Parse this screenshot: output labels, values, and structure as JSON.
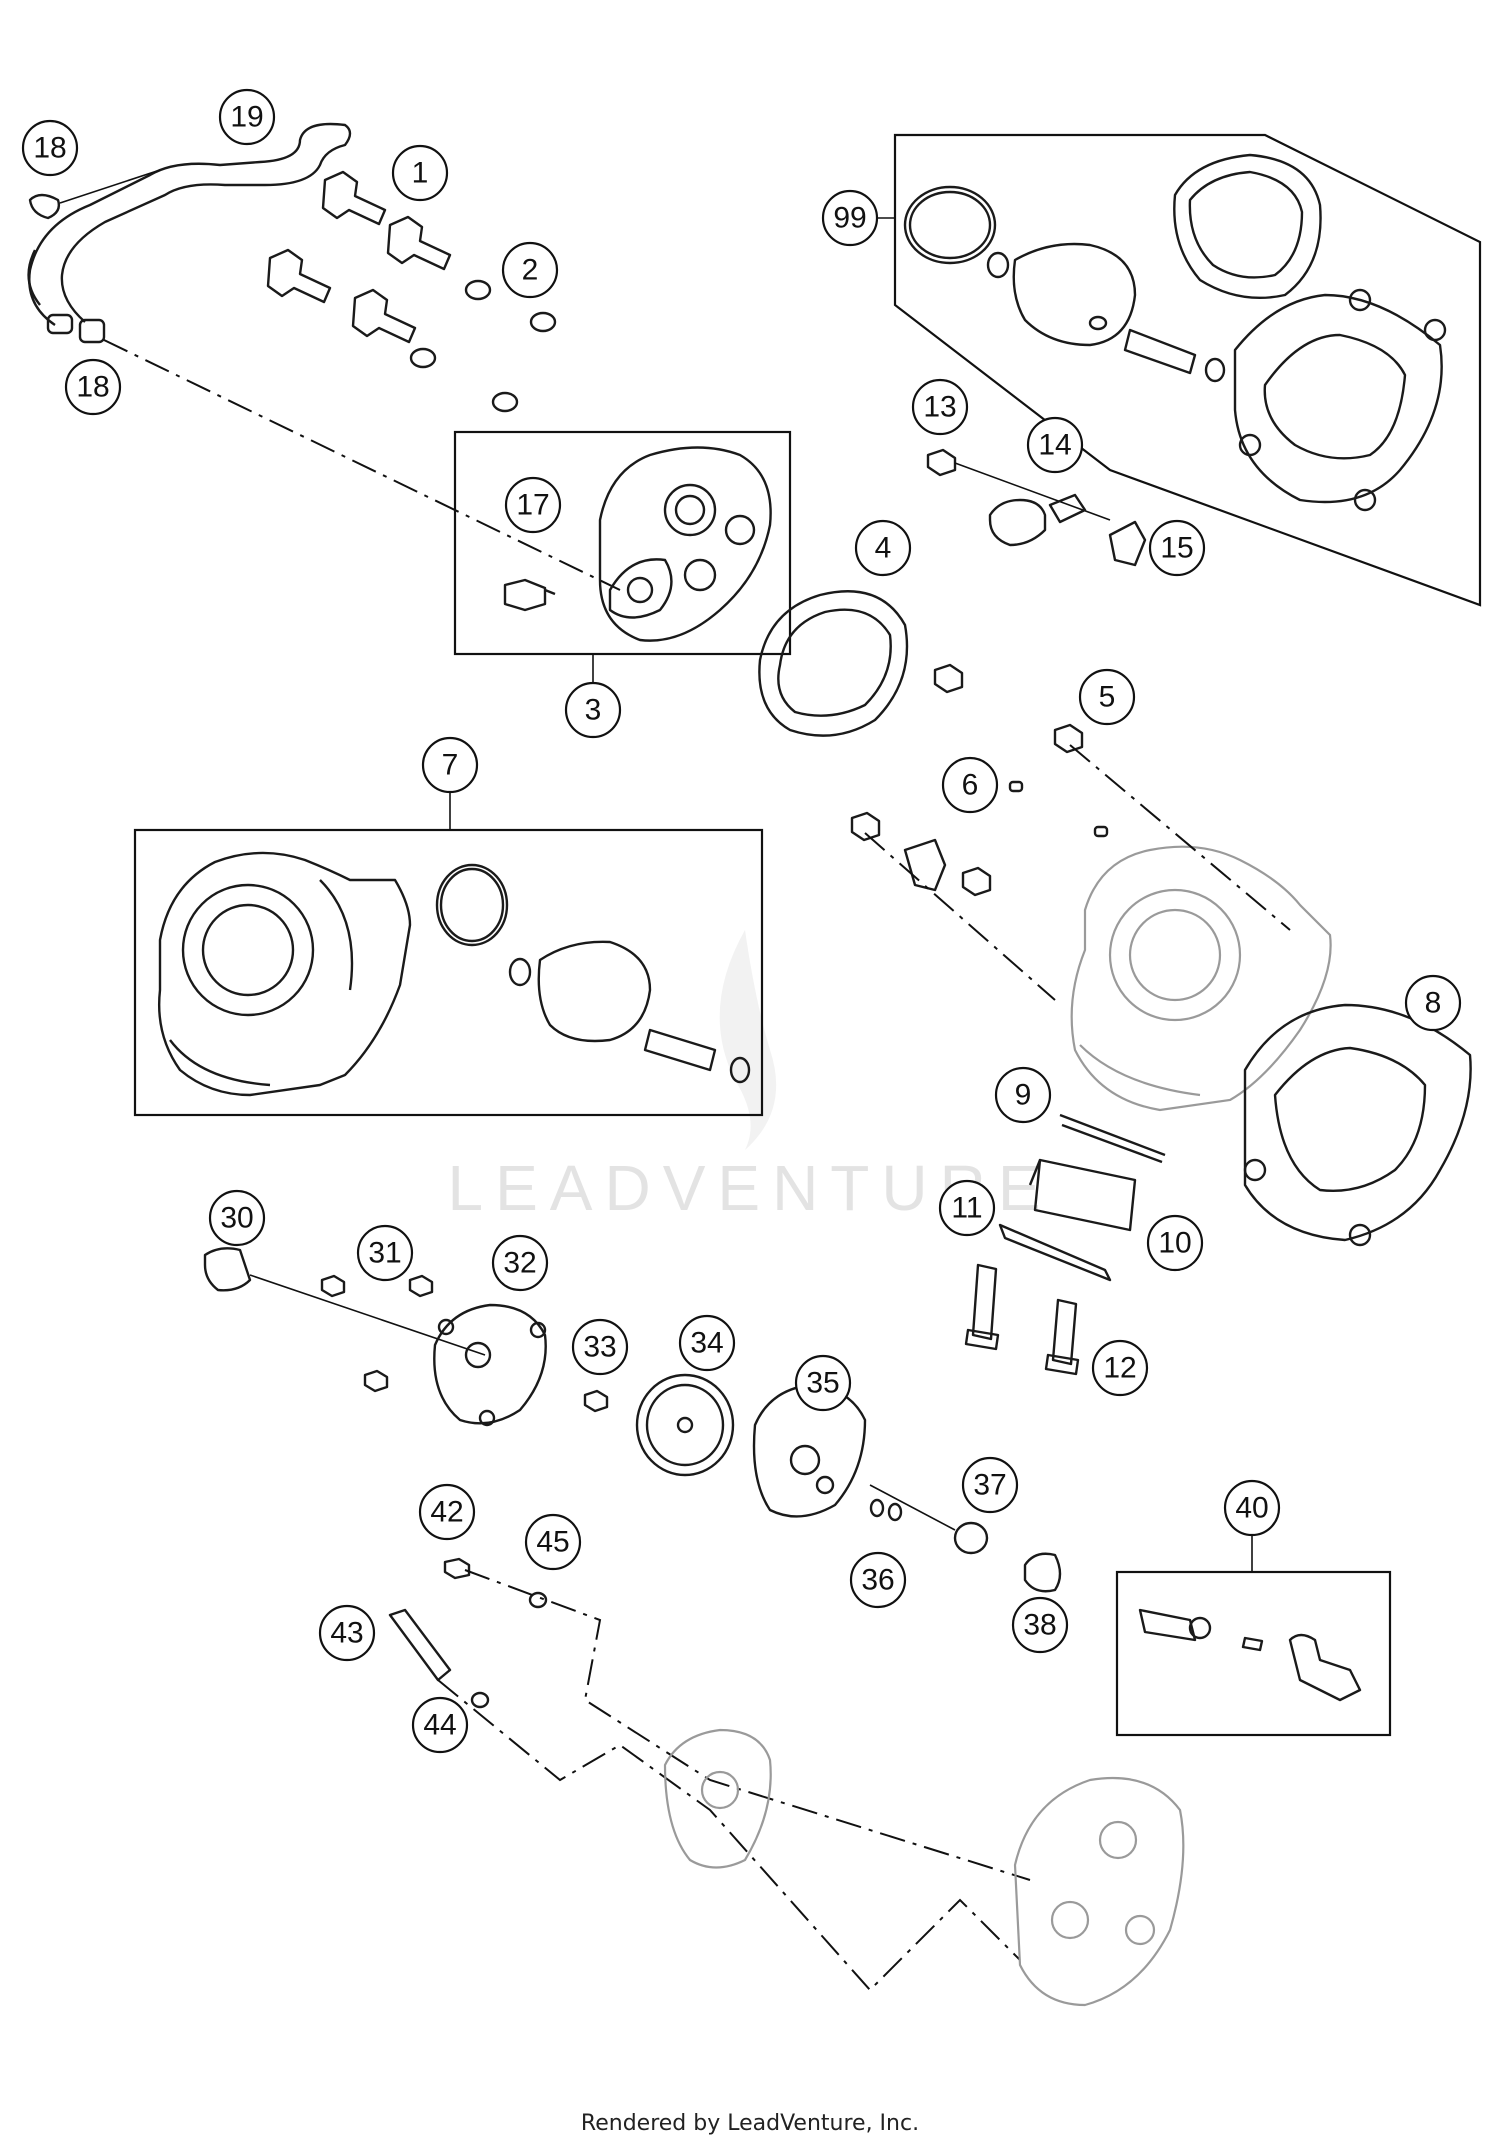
{
  "watermark": "LEADVENTURE",
  "footer": "Rendered by LeadVenture, Inc.",
  "callouts": [
    "18",
    "19",
    "1",
    "2",
    "18",
    "17",
    "3",
    "4",
    "99",
    "13",
    "14",
    "15",
    "5",
    "6",
    "7",
    "8",
    "9",
    "10",
    "11",
    "12",
    "30",
    "31",
    "32",
    "33",
    "34",
    "35",
    "36",
    "37",
    "38",
    "40",
    "42",
    "43",
    "44",
    "45"
  ]
}
